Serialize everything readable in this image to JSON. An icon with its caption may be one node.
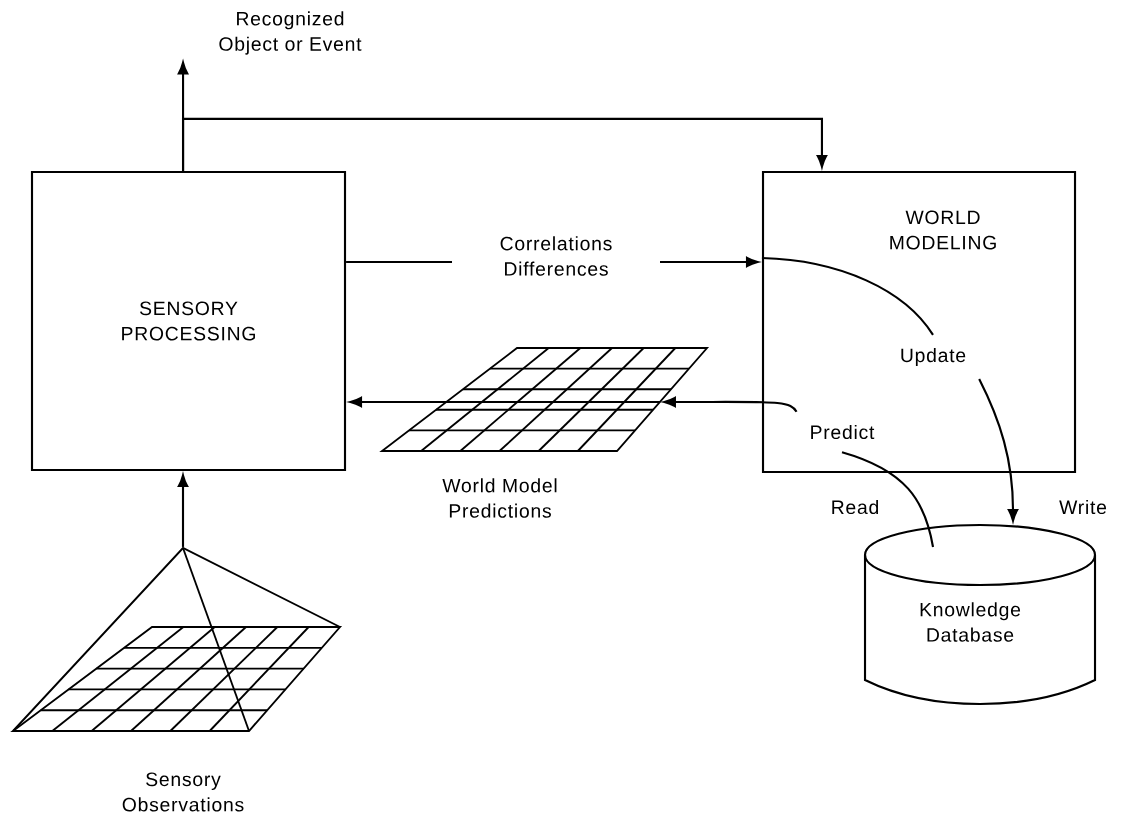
{
  "diagram": {
    "nodes": [
      {
        "text": [
          "Recognized Object or Event"
        ]
      },
      {
        "text": [
          "SENSORY PROCESSING"
        ]
      },
      {
        "text": [
          "WORLD MODELING"
        ]
      },
      {
        "text": [
          "Update"
        ],
        "in": 2
      },
      {
        "text": [
          "Predict"
        ],
        "in": 2
      },
      {
        "text": [],
        "shape": "picture",
        "beside": [
          "World Model Predictions"
        ]
      },
      {
        "text": [
          "Knowledge Database"
        ]
      },
      {
        "text": [],
        "shape": "picture",
        "beside": [
          "Sensory Observations"
        ]
      }
    ],
    "edges": [
      {
        "from": 7,
        "to": 1,
        "arrow": "to"
      },
      {
        "from": 1,
        "to": 0,
        "arrow": "to"
      },
      {
        "from": 1,
        "to": 2,
        "arrow": "to"
      },
      {
        "from": 1,
        "to": 2,
        "arrow": "to",
        "label": "Correlations Differences"
      },
      {
        "from": 2,
        "to": 3,
        "arrow": "none"
      },
      {
        "from": 3,
        "to": 6,
        "arrow": "to",
        "label": "Write"
      },
      {
        "from": 4,
        "to": 5,
        "arrow": "to"
      },
      {
        "from": 5,
        "to": 1,
        "arrow": "to"
      },
      {
        "from": 6,
        "to": 4,
        "arrow": "none",
        "label": "Read"
      }
    ]
  }
}
